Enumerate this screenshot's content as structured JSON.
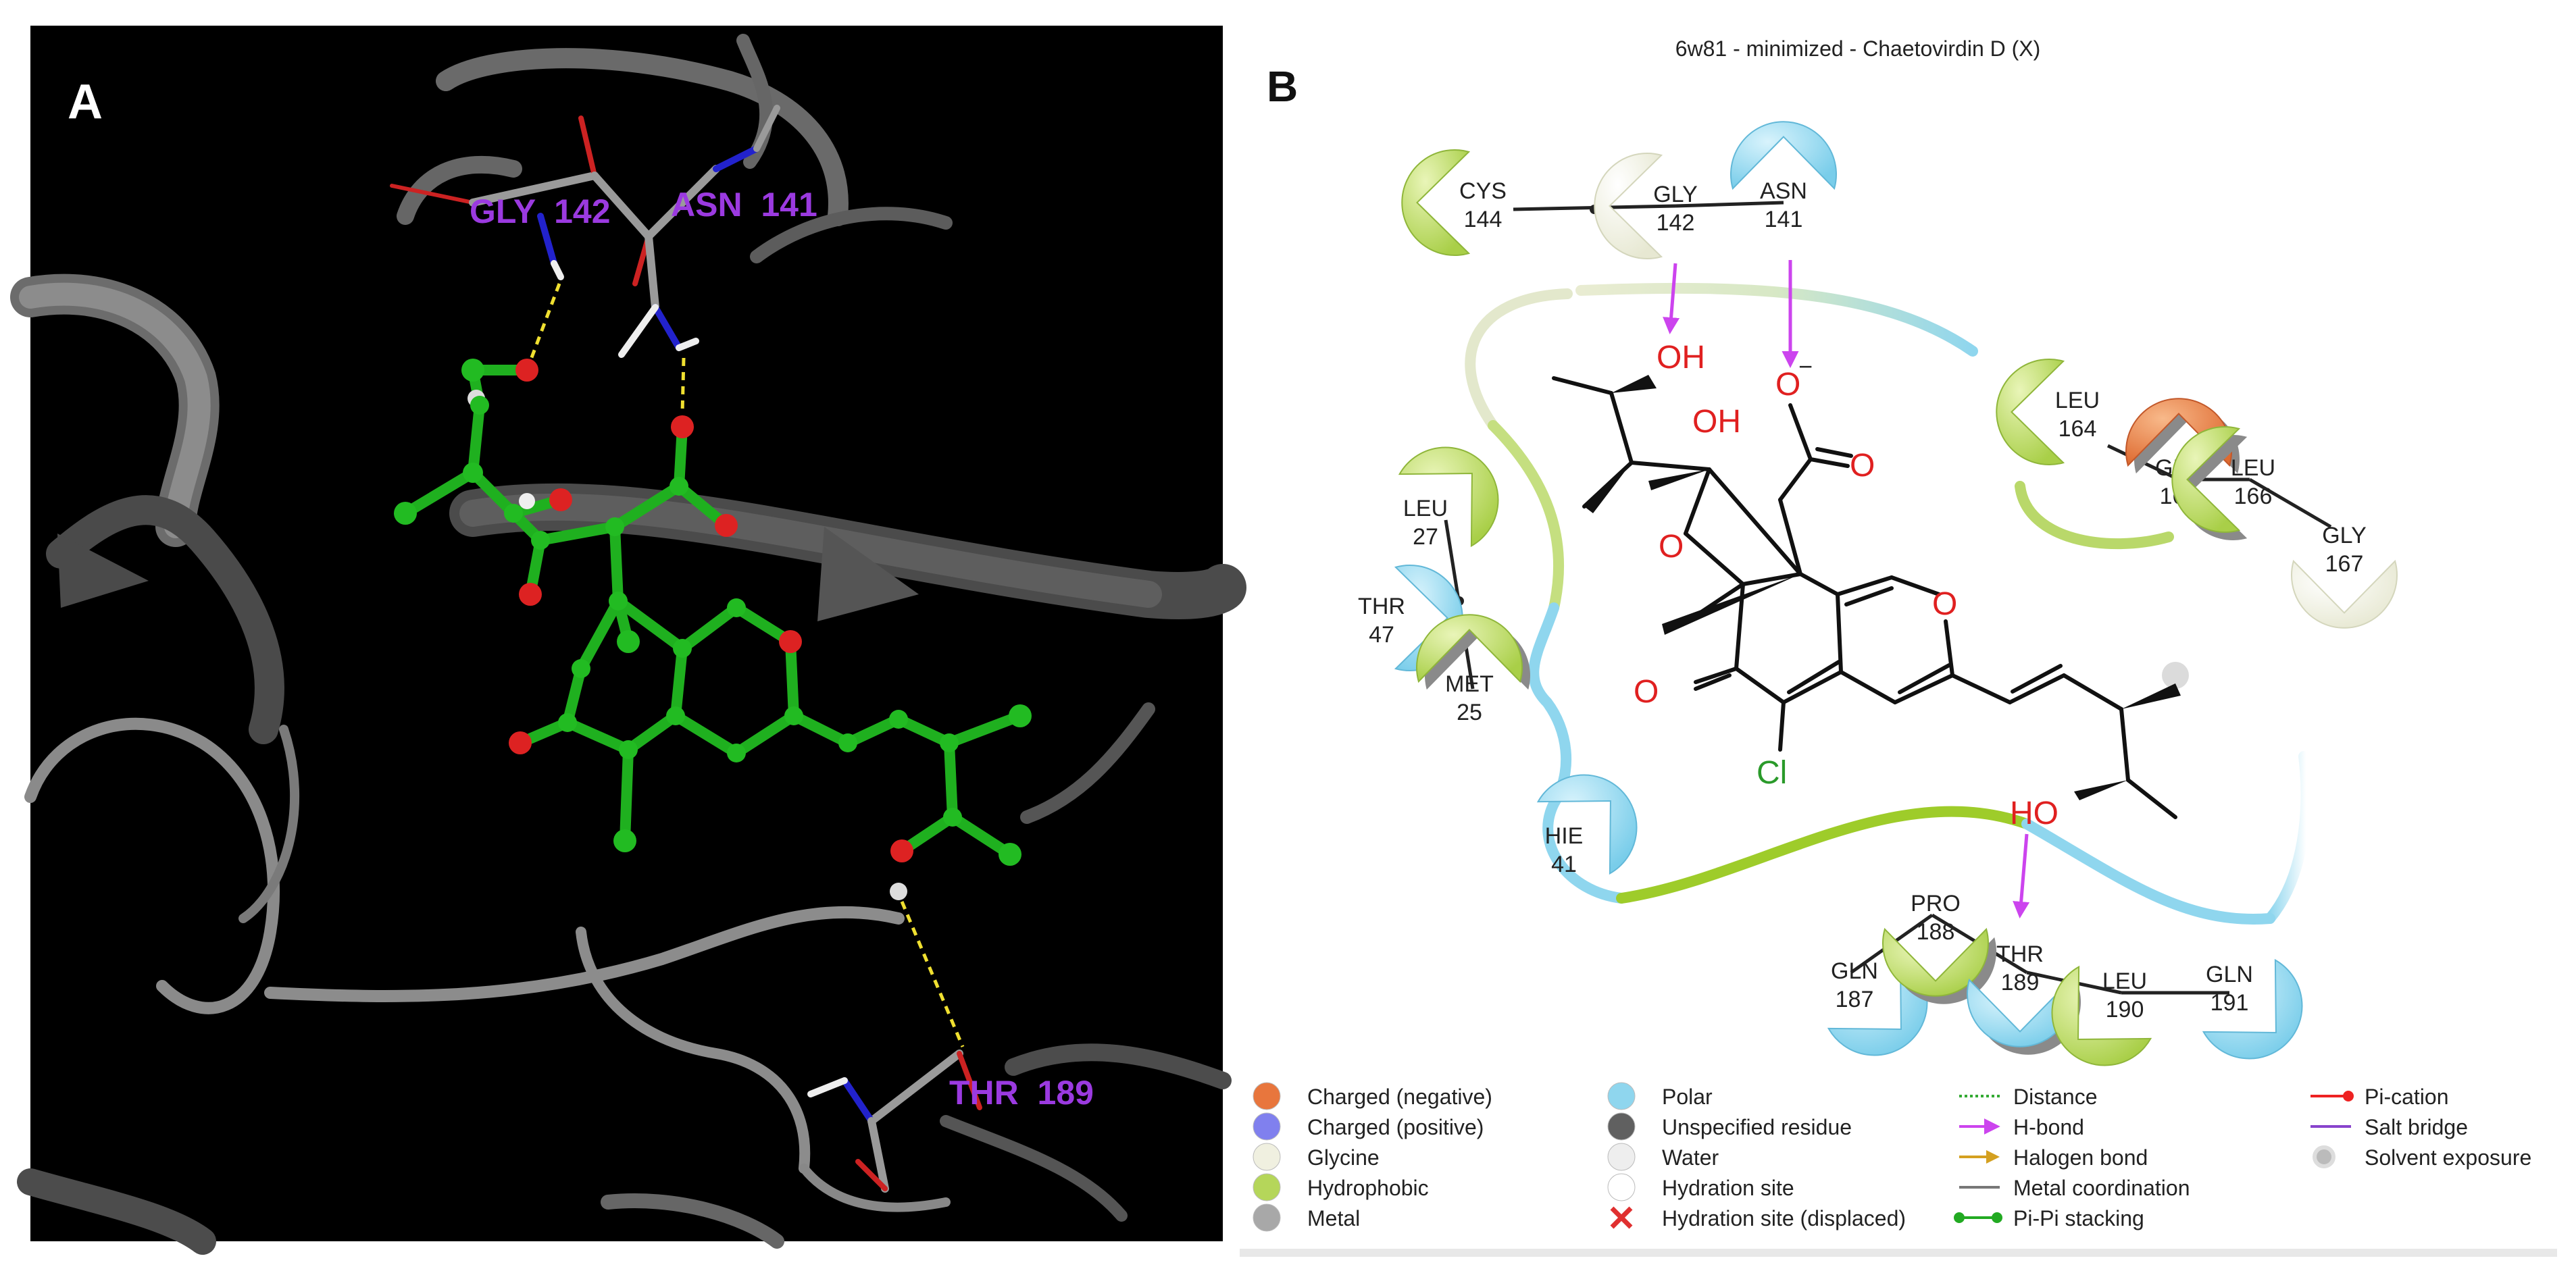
{
  "panel_a": {
    "label": "A",
    "residue_labels": [
      {
        "text": "GLY  142"
      },
      {
        "text": "ASN  141"
      },
      {
        "text": "THR  189"
      }
    ]
  },
  "panel_b": {
    "label": "B",
    "title": "6w81 - minimized - Chaetovirdin D (X)",
    "atom_labels": {
      "oh_top": "OH",
      "oh_hemiketal": "OH",
      "o_minus": "O",
      "minus_sign": "−",
      "o_carboxyl": "O",
      "o_ring_left": "O",
      "o_ring_right": "O",
      "o_ketone": "O",
      "cl": "Cl",
      "ho_bottom": "HO"
    },
    "residues": [
      {
        "name": "CYS",
        "num": "144",
        "type": "hydrophobic"
      },
      {
        "name": "GLY",
        "num": "142",
        "type": "glycine"
      },
      {
        "name": "ASN",
        "num": "141",
        "type": "polar"
      },
      {
        "name": "LEU",
        "num": "164",
        "type": "hydrophobic"
      },
      {
        "name": "GLU",
        "num": "165",
        "type": "charged-negative"
      },
      {
        "name": "LEU",
        "num": "166",
        "type": "hydrophobic"
      },
      {
        "name": "GLY",
        "num": "167",
        "type": "glycine"
      },
      {
        "name": "LEU",
        "num": "27",
        "type": "hydrophobic"
      },
      {
        "name": "THR",
        "num": "47",
        "type": "polar"
      },
      {
        "name": "MET",
        "num": "25",
        "type": "hydrophobic"
      },
      {
        "name": "HIE",
        "num": "41",
        "type": "polar"
      },
      {
        "name": "GLN",
        "num": "187",
        "type": "polar"
      },
      {
        "name": "PRO",
        "num": "188",
        "type": "hydrophobic"
      },
      {
        "name": "THR",
        "num": "189",
        "type": "polar"
      },
      {
        "name": "LEU",
        "num": "190",
        "type": "hydrophobic"
      },
      {
        "name": "GLN",
        "num": "191",
        "type": "polar"
      }
    ],
    "legend": [
      {
        "label": "Charged (negative)",
        "symbol": "ball",
        "color": "#e8763d"
      },
      {
        "label": "Charged (positive)",
        "symbol": "ball",
        "color": "#8080ee"
      },
      {
        "label": "Glycine",
        "symbol": "ball",
        "color": "#f0f0e0"
      },
      {
        "label": "Hydrophobic",
        "symbol": "ball",
        "color": "#b5d65a"
      },
      {
        "label": "Metal",
        "symbol": "ball",
        "color": "#a8a8a8"
      },
      {
        "label": "Polar",
        "symbol": "ball",
        "color": "#8fd6ee"
      },
      {
        "label": "Unspecified residue",
        "symbol": "ball",
        "color": "#606060"
      },
      {
        "label": "Water",
        "symbol": "ball",
        "color": "#eeeeee"
      },
      {
        "label": "Hydration site",
        "symbol": "ball",
        "color": "#ffffff"
      },
      {
        "label": "Hydration site (displaced)",
        "symbol": "cross",
        "color": "#e03030"
      },
      {
        "label": "Distance",
        "symbol": "dotted",
        "color": "#33aa33"
      },
      {
        "label": "H-bond",
        "symbol": "arrow",
        "color": "#cc44ee"
      },
      {
        "label": "Halogen bond",
        "symbol": "arrow",
        "color": "#d4a020"
      },
      {
        "label": "Metal coordination",
        "symbol": "line",
        "color": "#777777"
      },
      {
        "label": "Pi-Pi stacking",
        "symbol": "dotline",
        "color": "#22aa22"
      },
      {
        "label": "Pi-cation",
        "symbol": "dotline",
        "color": "#ee2222"
      },
      {
        "label": "Salt bridge",
        "symbol": "line",
        "color": "#8844cc"
      },
      {
        "label": "Solvent exposure",
        "symbol": "halo",
        "color": "#bbbbbb"
      }
    ]
  }
}
